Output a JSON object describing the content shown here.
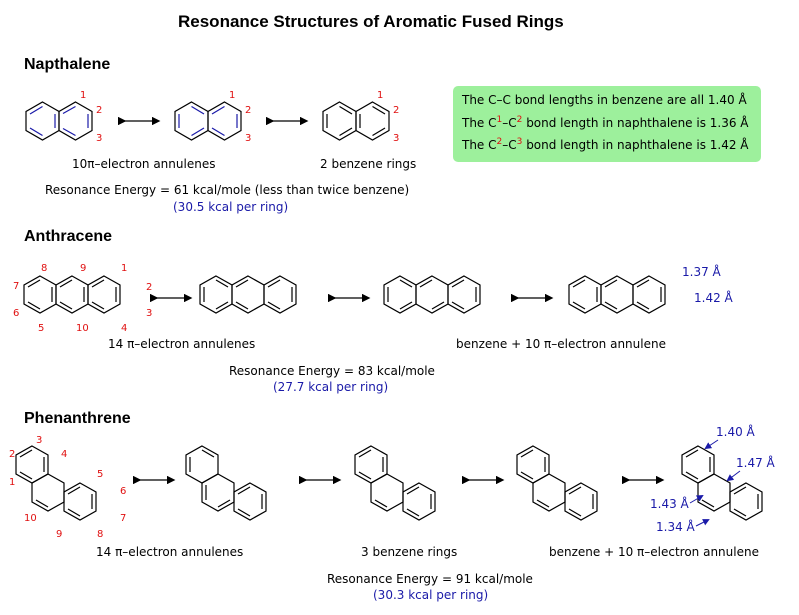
{
  "title": "Resonance Structures of Aromatic Fused Rings",
  "naphthalene": {
    "heading": "Napthalene",
    "caption_left": "10π–electron annulenes",
    "caption_right": "2 benzene rings",
    "resonance": "Resonance Energy = 61 kcal/mole (less than twice benzene)",
    "per_ring": "(30.5 kcal per ring)",
    "atom_numbers": [
      "1",
      "2",
      "3"
    ]
  },
  "info_box": {
    "line1": "The C–C bond lengths in benzene are all 1.40 Å",
    "line2_pre": "The C",
    "line2_sup1": "1",
    "line2_mid": "–C",
    "line2_sup2": "2",
    "line2_post": " bond length in naphthalene is 1.36 Å",
    "line3_pre": "The C",
    "line3_sup1": "2",
    "line3_mid": "–C",
    "line3_sup2": "3",
    "line3_post": " bond length in naphthalene is 1.42 Å",
    "color": "#9df09c"
  },
  "anthracene": {
    "heading": "Anthracene",
    "caption_left": "14 π–electron annulenes",
    "caption_right": "benzene + 10 π–electron annulene",
    "resonance": "Resonance Energy = 83 kcal/mole",
    "per_ring": "(27.7 kcal per ring)",
    "atom_numbers": [
      "1",
      "2",
      "3",
      "4",
      "5",
      "6",
      "7",
      "8",
      "9",
      "10"
    ],
    "bond_lengths": [
      "1.37 Å",
      "1.42 Å"
    ]
  },
  "phenanthrene": {
    "heading": "Phenanthrene",
    "caption_left": "14 π–electron annulenes",
    "caption_mid": "3 benzene rings",
    "caption_right": "benzene + 10 π–electron annulene",
    "resonance": "Resonance Energy = 91 kcal/mole",
    "per_ring": "(30.3 kcal per ring)",
    "atom_numbers": [
      "1",
      "2",
      "3",
      "4",
      "5",
      "6",
      "7",
      "8",
      "9",
      "10"
    ],
    "bond_lengths": [
      "1.40 Å",
      "1.47 Å",
      "1.43 Å",
      "1.34 Å"
    ]
  },
  "colors": {
    "blue_text": "#1a1aa8",
    "red_numbers": "#e01010",
    "blue_bonds": "#1a1aa8"
  }
}
